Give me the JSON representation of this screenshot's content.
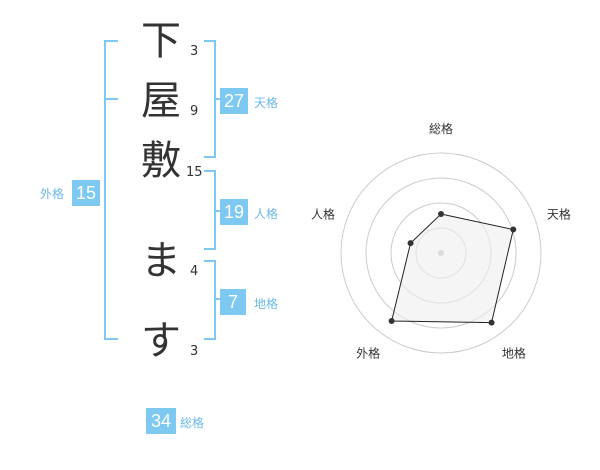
{
  "name": {
    "chars": [
      {
        "char": "下",
        "strokes": "3"
      },
      {
        "char": "屋",
        "strokes": "9"
      },
      {
        "char": "敷",
        "strokes": "15"
      },
      {
        "char": "ま",
        "strokes": "4"
      },
      {
        "char": "す",
        "strokes": "3"
      }
    ]
  },
  "fortune": {
    "tenkaku": {
      "value": "27",
      "label": "天格"
    },
    "jinkaku": {
      "value": "19",
      "label": "人格"
    },
    "chikaku": {
      "value": "7",
      "label": "地格"
    },
    "gaikaku": {
      "value": "15",
      "label": "外格"
    },
    "soukaku": {
      "value": "34",
      "label": "総格"
    }
  },
  "chart_data": {
    "type": "radar",
    "axes": [
      "総格",
      "天格",
      "地格",
      "外格",
      "人格"
    ],
    "values": [
      0.39,
      0.76,
      0.86,
      0.84,
      0.32
    ],
    "max": 1,
    "rings": 4,
    "colors": {
      "ring": "#cccccc",
      "fill": "#eeeeee",
      "line": "#222222",
      "point": "#333333",
      "center": "#bbbbbb"
    }
  }
}
